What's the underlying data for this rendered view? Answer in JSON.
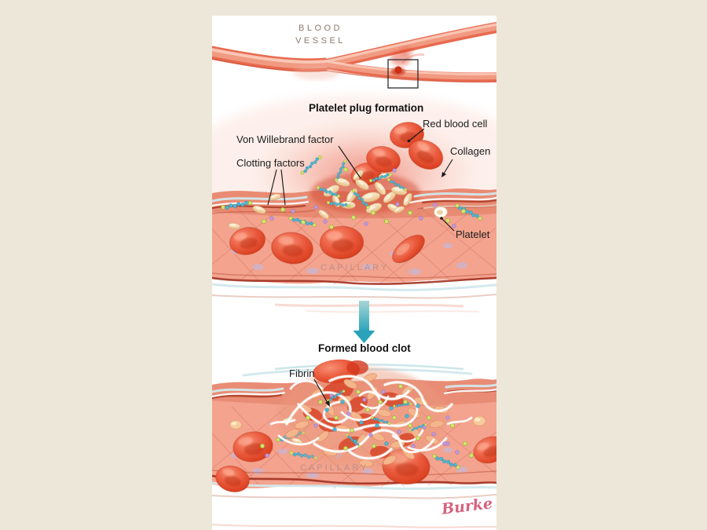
{
  "background_color": "#ece7d8",
  "panel_background": "#ffffff",
  "diagram": {
    "vessel_caption_line1": "BLOOD",
    "vessel_caption_line2": "VESSEL",
    "stage1_title": "Platelet plug formation",
    "stage2_title": "Formed blood clot",
    "labels": {
      "red_blood_cell": "Red blood cell",
      "von_willebrand_factor": "Von Willebrand factor",
      "clotting_factors": "Clotting factors",
      "collagen": "Collagen",
      "platelet": "Platelet",
      "capillary_upper": "CAPILLARY",
      "fibrin": "Fibrin",
      "capillary_lower": "CAPILLARY"
    },
    "signature": "Burke",
    "colors": {
      "arrow_teal": "#2aa3ba",
      "vessel_red": "#e86a4f",
      "rbc_red": "#d63a20",
      "platelet_cream": "#f2d9ae",
      "vwf_bead_teal": "#4fb6d2",
      "clotting_factor_yellow": "#d6e56d",
      "clotting_factor_purple": "#bf9ada",
      "caption_brown": "#8c7a6d",
      "capillary_label_pink": "#bb9188",
      "signature_pink": "#d4627e"
    }
  }
}
